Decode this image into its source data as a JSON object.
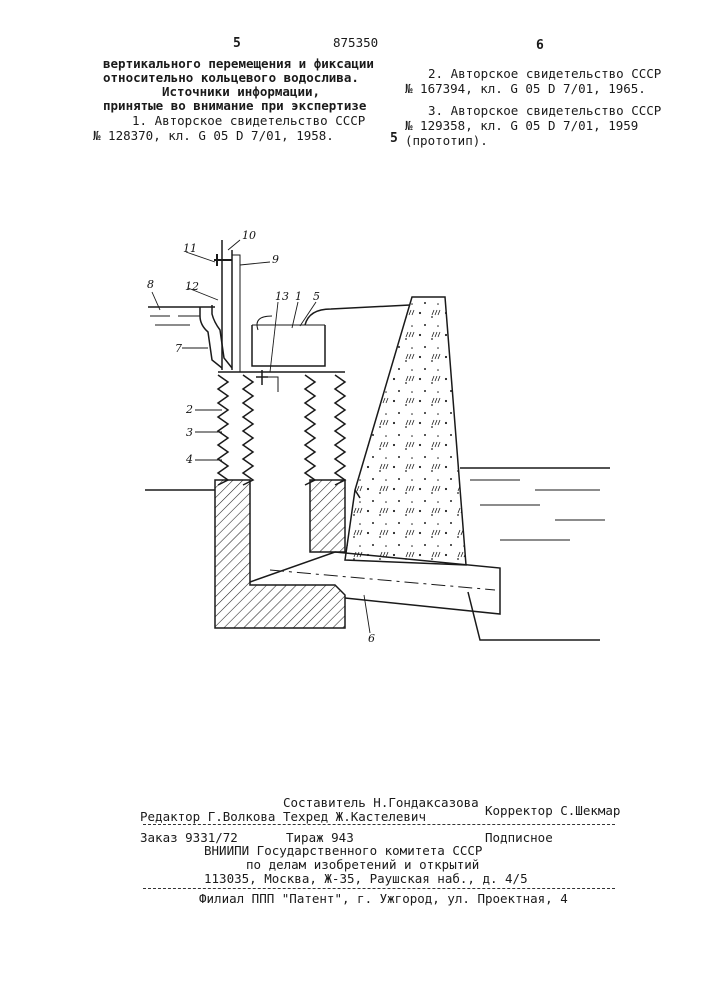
{
  "header": {
    "page_left": "5",
    "patent_number": "875350",
    "page_right": "6",
    "line_marker": "5"
  },
  "left_column": {
    "line1": "вертикального перемещения и фиксации",
    "line2": "относительно кольцевого водослива.",
    "sources_title": "Источники информации,",
    "sources_subtitle": "принятые во внимание при экспертизе",
    "ref1_a": "1. Авторское свидетельство СССР",
    "ref1_b": "№ 128370, кл. G 05 D 7/01, 1958."
  },
  "right_column": {
    "ref2_a": "2. Авторское свидетельство СССР",
    "ref2_b": "№ 167394, кл. G 05 D 7/01, 1965.",
    "ref3_a": "3. Авторское свидетельство СССР",
    "ref3_b": "№ 129358, кл. G 05 D 7/01, 1959",
    "ref3_c": "(прототип)."
  },
  "figure_labels": {
    "l1": "1",
    "l2": "2",
    "l3": "3",
    "l4": "4",
    "l5": "5",
    "l6": "6",
    "l7": "7",
    "l8": "8",
    "l9": "9",
    "l10": "10",
    "l11": "11",
    "l12": "12",
    "l13": "13"
  },
  "colophon": {
    "compiler": "Составитель Н.Гондаксазова",
    "editor": "Редактор Г.Волкова",
    "techred": "Техред Ж.Кастелевич",
    "corrector": "Корректор С.Шекмар",
    "order": "Заказ 9331/72",
    "circulation": "Тираж 943",
    "subscription": "Подписное",
    "org1": "ВНИИПИ Государственного комитета СССР",
    "org2": "по делам изобретений и открытий",
    "address": "113035, Москва, Ж-35, Раушская наб., д. 4/5",
    "branch": "Филиал ППП \"Патент\", г. Ужгород, ул. Проектная, 4"
  }
}
